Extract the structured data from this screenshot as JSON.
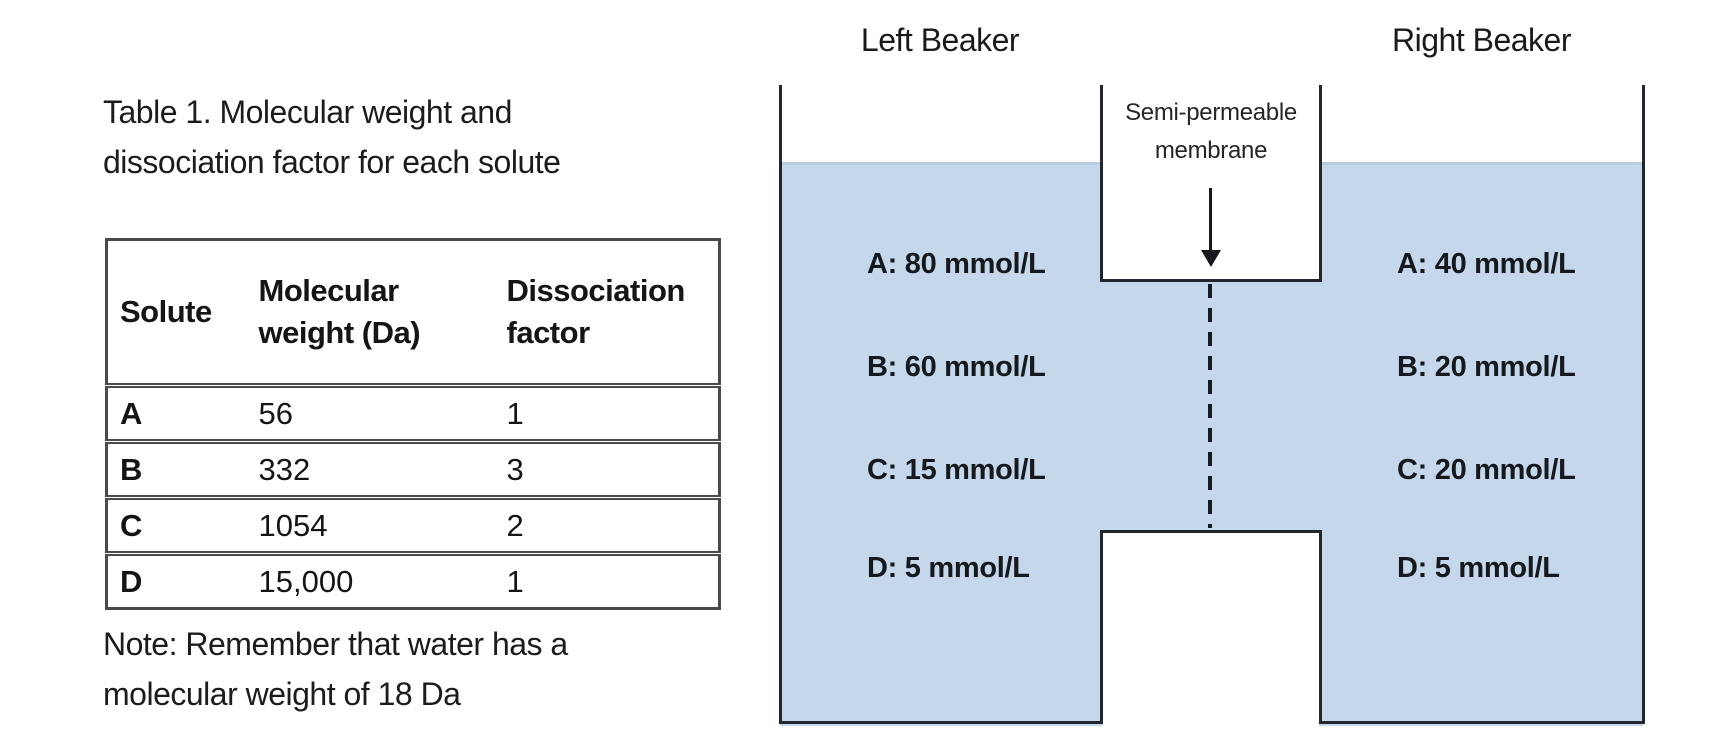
{
  "left_panel": {
    "table_title": "Table 1. Molecular weight and dissociation factor for each solute",
    "note": "Note: Remember that water has a molecular weight of 18 Da"
  },
  "table": {
    "headers": [
      "Solute",
      "Molecular weight (Da)",
      "Dissociation factor"
    ],
    "rows": [
      {
        "solute": "A",
        "mw": "56",
        "factor": "1"
      },
      {
        "solute": "B",
        "mw": "332",
        "factor": "3"
      },
      {
        "solute": "C",
        "mw": "1054",
        "factor": "2"
      },
      {
        "solute": "D",
        "mw": "15,000",
        "factor": "1"
      }
    ]
  },
  "diagram": {
    "left_beaker": {
      "title": "Left Beaker",
      "concentrations": [
        "A: 80 mmol/L",
        "B: 60 mmol/L",
        "C: 15 mmol/L",
        "D: 5 mmol/L"
      ]
    },
    "right_beaker": {
      "title": "Right Beaker",
      "concentrations": [
        "A: 40 mmol/L",
        "B: 20 mmol/L",
        "C: 20 mmol/L",
        "D: 5 mmol/L"
      ]
    },
    "membrane_label": "Semi-permeable membrane",
    "colors": {
      "water": "#c5d8eb",
      "outline": "#23272d",
      "text": "#1c1c1c",
      "table_border": "#4a4a4a"
    }
  }
}
